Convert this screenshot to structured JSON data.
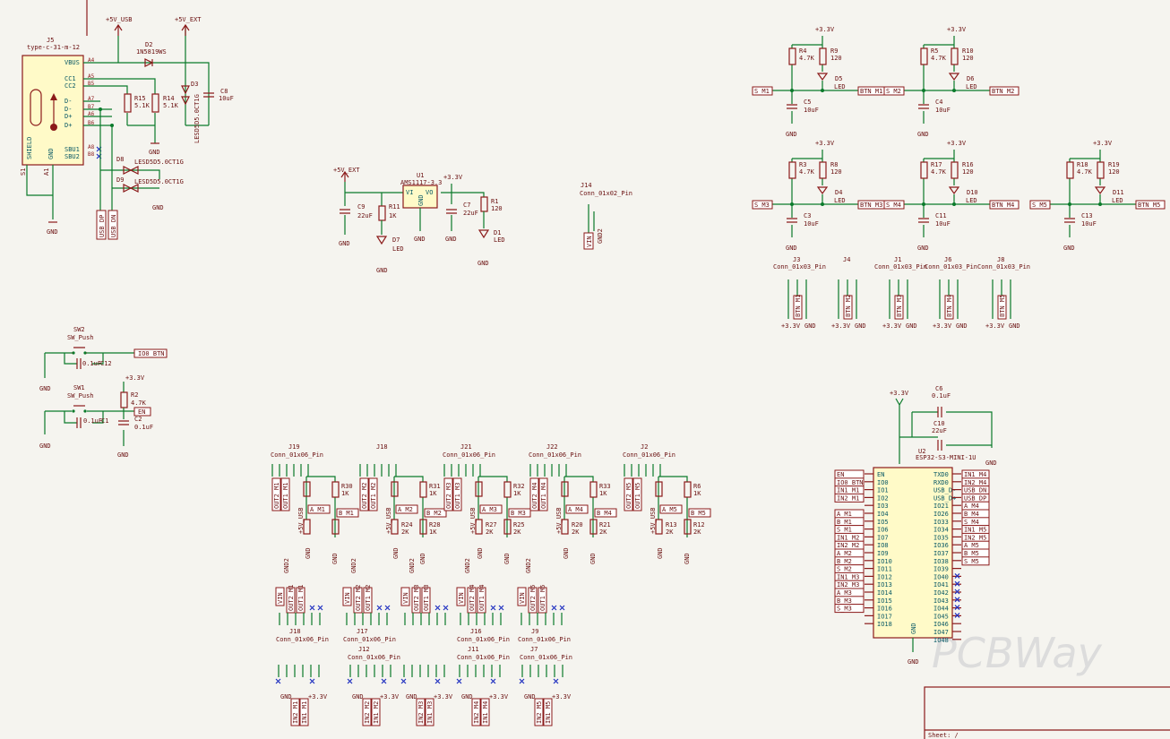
{
  "power": {
    "usb": "+5V_USB",
    "ext": "+5V_EXT",
    "v33": "+3.3V",
    "gnd": "GND"
  },
  "usb_conn": {
    "ref": "J5",
    "value": "type-c-31-m-12",
    "pins_left": [
      "VBUS",
      "CC1",
      "CC2",
      "D-",
      "D-",
      "D+",
      "D+",
      "SBU1",
      "SBU2"
    ],
    "pins_num": [
      "A4",
      "A5",
      "B5",
      "A7",
      "B7",
      "A6",
      "B6",
      "A8",
      "B8"
    ],
    "shield": "SHIELD",
    "gnd": "GND",
    "s1": "S1",
    "a1": "A1"
  },
  "parts": {
    "d2": {
      "ref": "D2",
      "value": "1N5819WS"
    },
    "d3": {
      "ref": "D3",
      "value": "LESD5D5.0CT1G"
    },
    "d8": {
      "ref": "D8",
      "value": "LESD5D5.0CT1G"
    },
    "d9": {
      "ref": "D9",
      "value": "LESD5D5.0CT1G"
    },
    "r15": {
      "ref": "R15",
      "value": "5.1K"
    },
    "r14": {
      "ref": "R14",
      "value": "5.1K"
    },
    "c8": {
      "ref": "C8",
      "value": "10uF"
    },
    "u1": {
      "ref": "U1",
      "value": "AMS1117-3.3",
      "vi": "VI",
      "vo": "VO",
      "gnd": "GND"
    },
    "c9": {
      "ref": "C9",
      "value": "22uF"
    },
    "r11": {
      "ref": "R11",
      "value": "1K"
    },
    "d7": {
      "ref": "D7",
      "value": "LED"
    },
    "c7": {
      "ref": "C7",
      "value": "22uF"
    },
    "r1": {
      "ref": "R1",
      "value": "120"
    },
    "d1": {
      "ref": "D1",
      "value": "LED"
    },
    "j14": {
      "ref": "J14",
      "value": "Conn_01x02_Pin"
    },
    "sw2": {
      "ref": "SW2",
      "value": "SW_Push"
    },
    "c12": {
      "ref": "C12",
      "value": "0.1uF"
    },
    "sw1": {
      "ref": "SW1",
      "value": "SW_Push"
    },
    "c1": {
      "ref": "C1",
      "value": "0.1uF"
    },
    "r2": {
      "ref": "R2",
      "value": "4.7K"
    },
    "c2": {
      "ref": "C2",
      "value": "0.1uF"
    },
    "c6": {
      "ref": "C6",
      "value": "0.1uF"
    },
    "c10": {
      "ref": "C10",
      "value": "22uF"
    },
    "u2": {
      "ref": "U2",
      "value": "ESP32-S3-MINI-1U"
    }
  },
  "net_labels": {
    "usb_dp": "USB_DP",
    "usb_dn": "USB_DN",
    "vin": "VIN",
    "gnd2": "GND2",
    "io0_btn": "IO0_BTN",
    "en": "EN"
  },
  "button_cells": [
    {
      "r_pull": "R4",
      "r_pull_v": "4.7K",
      "r_led": "R9",
      "r_led_v": "120",
      "led": "D5",
      "cap": "C5",
      "cap_v": "10uF",
      "s": "S_M1",
      "btn": "BTN_M1"
    },
    {
      "r_pull": "R5",
      "r_pull_v": "4.7K",
      "r_led": "R10",
      "r_led_v": "120",
      "led": "D6",
      "cap": "C4",
      "cap_v": "10uF",
      "s": "S_M2",
      "btn": "BTN_M2"
    },
    {
      "r_pull": "R3",
      "r_pull_v": "4.7K",
      "r_led": "R8",
      "r_led_v": "120",
      "led": "D4",
      "cap": "C3",
      "cap_v": "10uF",
      "s": "S_M3",
      "btn": "BTN_M3"
    },
    {
      "r_pull": "R17",
      "r_pull_v": "4.7K",
      "r_led": "R16",
      "r_led_v": "120",
      "led": "D10",
      "cap": "C11",
      "cap_v": "10uF",
      "s": "S_M4",
      "btn": "BTN_M4"
    },
    {
      "r_pull": "R18",
      "r_pull_v": "4.7K",
      "r_led": "R19",
      "r_led_v": "120",
      "led": "D11",
      "cap": "C13",
      "cap_v": "10uF",
      "s": "S_M5",
      "btn": "BTN_M5"
    }
  ],
  "led_word": "LED",
  "btn_conns": [
    {
      "ref": "J3",
      "value": "Conn_01x03_Pin",
      "net": "BTN_M1"
    },
    {
      "ref": "J4",
      "value": "",
      "net": "BTN_M2"
    },
    {
      "ref": "J1",
      "value": "Conn_01x03_Pin",
      "net": "BTN_M3"
    },
    {
      "ref": "J6",
      "value": "Conn_01x03_Pin",
      "net": "BTN_M4"
    },
    {
      "ref": "J8",
      "value": "Conn_01x03_Pin",
      "net": "BTN_M5"
    }
  ],
  "motor_top": [
    {
      "ref": "J19",
      "value": "Conn_01x06_Pin",
      "out2": "OUT2_M1",
      "out1": "OUT1_M1",
      "a": "A_M1",
      "b": "B_M1",
      "ra": "R30",
      "ra_v": "1K",
      "rb": "",
      "rb_v": "",
      "rc": "",
      "rc_v": ""
    },
    {
      "ref": "J18",
      "value": "",
      "out2": "OUT2_M2",
      "out1": "OUT1_M2",
      "a": "A_M2",
      "b": "B_M2",
      "ra": "R31",
      "ra_v": "1K",
      "rb": "R24",
      "rb_v": "2K",
      "rc": "R28",
      "rc_v": "1K"
    },
    {
      "ref": "J21",
      "value": "Conn_01x06_Pin",
      "out2": "OUT2_M3",
      "out1": "OUT1_M3",
      "a": "A_M3",
      "b": "B_M3",
      "ra": "R32",
      "ra_v": "1K",
      "rb": "R27",
      "rb_v": "2K",
      "rc": "R25",
      "rc_v": "2K"
    },
    {
      "ref": "J22",
      "value": "Conn_01x06_Pin",
      "out2": "OUT2_M4",
      "out1": "OUT1_M4",
      "a": "A_M4",
      "b": "B_M4",
      "ra": "R33",
      "ra_v": "1K",
      "rb": "R20",
      "rb_v": "2K",
      "rc": "R21",
      "rc_v": "2K"
    },
    {
      "ref": "J2",
      "value": "Conn_01x06_Pin",
      "out2": "OUT2_M5",
      "out1": "OUT1_M5",
      "a": "A_M5",
      "b": "B_M5",
      "ra": "R6",
      "ra_v": "1K",
      "rb": "R13",
      "rb_v": "2K",
      "rc": "R12",
      "rc_v": "2K"
    }
  ],
  "motor_mid": [
    {
      "ref": "J18",
      "value": "Conn_01x06_Pin",
      "o2": "OUT2_M1",
      "o1": "OUT1_M1"
    },
    {
      "ref": "J17",
      "value": "Conn_01x06_Pin",
      "o2": "OUT2_M2",
      "o1": "OUT1_M2"
    },
    {
      "ref": "",
      "value": "",
      "o2": "OUT2_M3",
      "o1": "OUT1_M3"
    },
    {
      "ref": "J16",
      "value": "Conn_01x06_Pin",
      "o2": "OUT2_M4",
      "o1": "OUT1_M4"
    },
    {
      "ref": "J9",
      "value": "Conn_01x06_Pin",
      "o2": "OUT2_M5",
      "o1": "OUT1_M5"
    }
  ],
  "motor_bot": [
    {
      "ref": "",
      "value": "",
      "n2": "IN2_M1",
      "n1": "IN1_M1"
    },
    {
      "ref": "J12",
      "value": "Conn_01x06_Pin",
      "n2": "IN2_M2",
      "n1": "IN1_M2"
    },
    {
      "ref": "",
      "value": "",
      "n2": "IN2_M3",
      "n1": "IN1_M3"
    },
    {
      "ref": "J11",
      "value": "Conn_01x06_Pin",
      "n2": "IN2_M4",
      "n1": "IN1_M4"
    },
    {
      "ref": "J7",
      "value": "Conn_01x06_Pin",
      "n2": "IN2_M5",
      "n1": "IN1_M5"
    }
  ],
  "esp": {
    "left_pins": [
      "EN",
      "IO0",
      "IO1",
      "IO2",
      "IO3",
      "IO4",
      "IO5",
      "IO6",
      "IO7",
      "IO8",
      "IO9",
      "IO10",
      "IO11",
      "IO12",
      "IO13",
      "IO14",
      "IO15",
      "IO16",
      "IO17",
      "IO18"
    ],
    "left_nets": [
      "EN",
      "IO0_BTN",
      "IN1_M1",
      "IN2_M1",
      "",
      "A_M1",
      "B_M1",
      "S_M1",
      "IN1_M2",
      "IN2_M2",
      "A_M2",
      "B_M2",
      "S_M2",
      "IN1_M3",
      "IN2_M3",
      "A_M3",
      "B_M3",
      "S_M3",
      "",
      ""
    ],
    "right_pins": [
      "TXD0",
      "RXD0",
      "USB_D-",
      "USB_D+",
      "IO21",
      "IO26",
      "IO33",
      "IO34",
      "IO35",
      "IO36",
      "IO37",
      "IO38",
      "IO39",
      "IO40",
      "IO41",
      "IO42",
      "IO43",
      "IO44",
      "IO45",
      "IO46",
      "IO47",
      "IO48"
    ],
    "right_nets": [
      "IN1_M4",
      "IN2_M4",
      "USB_DN",
      "USB_DP",
      "A_M4",
      "B_M4",
      "S_M4",
      "IN1_M5",
      "IN2_M5",
      "A_M5",
      "B_M5",
      "S_M5",
      "",
      "",
      "",
      "",
      "",
      "",
      "",
      "",
      "",
      ""
    ],
    "gnd": "GND"
  },
  "watermark": "PCBWay",
  "sheet_title": "Sheet: /"
}
